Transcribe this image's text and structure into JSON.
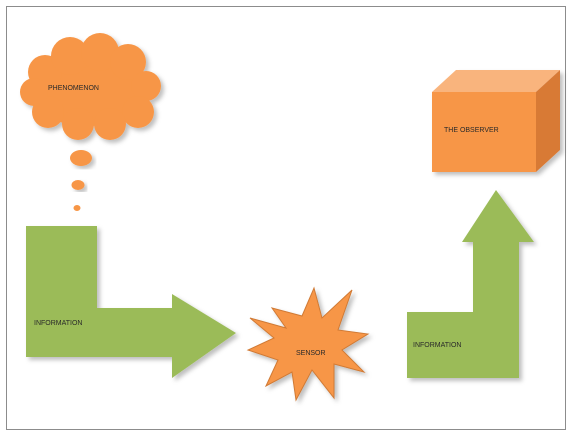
{
  "diagram": {
    "phenomenon_label": "PHENOMENON",
    "observer_label": "THE OBSERVER",
    "sensor_label": "SENSOR",
    "information_left_label": "INFORMATION",
    "information_right_label": "INFORMATION"
  },
  "colors": {
    "orange": "#f79646",
    "orange_dark": "#d07a35",
    "orange_side": "#c8692a",
    "green": "#9bbb59",
    "green_shadow": "#c7c7c7"
  }
}
